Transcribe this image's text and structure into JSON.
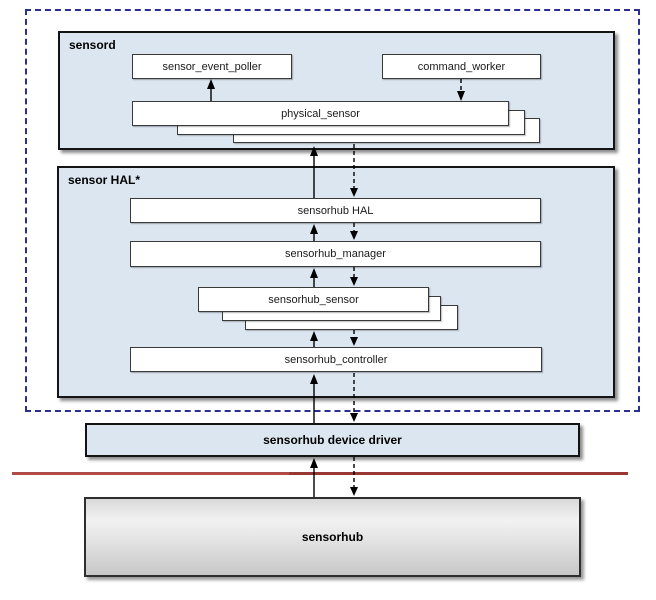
{
  "groups": {
    "sensord": {
      "label": "sensord"
    },
    "sensor_hal": {
      "label": "sensor HAL*"
    }
  },
  "nodes": {
    "sensor_event_poller": {
      "label": "sensor_event_poller"
    },
    "command_worker": {
      "label": "command_worker"
    },
    "physical_sensor": {
      "label": "physical_sensor"
    },
    "sensorhub_hal": {
      "label": "sensorhub HAL"
    },
    "sensorhub_manager": {
      "label": "sensorhub_manager"
    },
    "sensorhub_sensor": {
      "label": "sensorhub_sensor"
    },
    "sensorhub_controller": {
      "label": "sensorhub_controller"
    },
    "device_driver": {
      "label": "sensorhub device driver"
    },
    "sensorhub_hw": {
      "label": "sensorhub"
    }
  },
  "colors": {
    "panel_fill": "#dce6f1",
    "panel_border": "#141414",
    "outer_dashed_border": "#2b2f8e",
    "red_divider": "#993732",
    "node_fill": "#ffffff",
    "node_border": "#3a3a3a",
    "arrow": "#000000",
    "hw_gradient_top": "#d9d9d9",
    "hw_gradient_bottom": "#c7c7c7"
  }
}
